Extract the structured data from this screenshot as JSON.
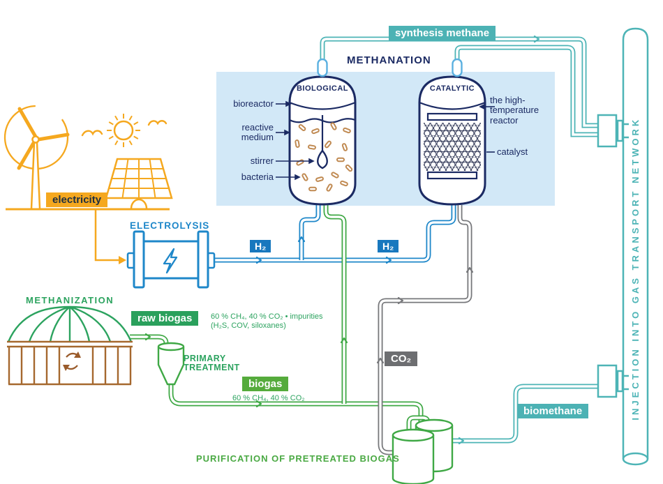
{
  "colors": {
    "teal": "#4db4b6",
    "blue": "#1e87c9",
    "green": "#3fa845",
    "green_label": "#2ca35f",
    "gray": "#77787b",
    "yellow": "#f5a81f",
    "navy": "#1b2a63",
    "brown": "#a5682e",
    "badge_raw_biogas": "#2aa05c",
    "badge_biogas": "#55ab3c",
    "badge_co2": "#6d6e71",
    "badge_h2": "#1878be",
    "methanation_box": "#d2e8f7"
  },
  "top": {
    "synthesis_methane": "synthesis methane",
    "methanation": "METHANATION"
  },
  "reactors": {
    "biological": {
      "title": "BIOLOGICAL",
      "bioreactor": "bioreactor",
      "reactive_line1": "reactive",
      "reactive_line2": "medium",
      "stirrer": "stirrer",
      "bacteria": "bacteria"
    },
    "catalytic": {
      "title": "CATALYTIC",
      "ht_line1": "the high-",
      "ht_line2": "temperature",
      "ht_line3": "reactor",
      "catalyst": "catalyst"
    }
  },
  "energy": {
    "electricity": "electricity",
    "electrolysis": "ELECTROLYSIS",
    "h2": "H₂"
  },
  "biogas_chain": {
    "methanization": "METHANIZATION",
    "raw_biogas": "raw biogas",
    "raw_note_line1": "60 % CH₄, 40 % CO₂ • impurities",
    "raw_note_line2": "(H₂S, COV, siloxanes)",
    "primary_line1": "PRIMARY",
    "primary_line2": "TREATMENT",
    "biogas": "biogas",
    "biogas_note": "60 % CH₄, 40 % CO₂",
    "purification": "PURIFICATION OF PRETREATED BIOGAS"
  },
  "gases": {
    "co2": "CO₂",
    "biomethane": "biomethane"
  },
  "network": {
    "injection": "INJECTION INTO GAS TRANSPORT NETWORK"
  }
}
